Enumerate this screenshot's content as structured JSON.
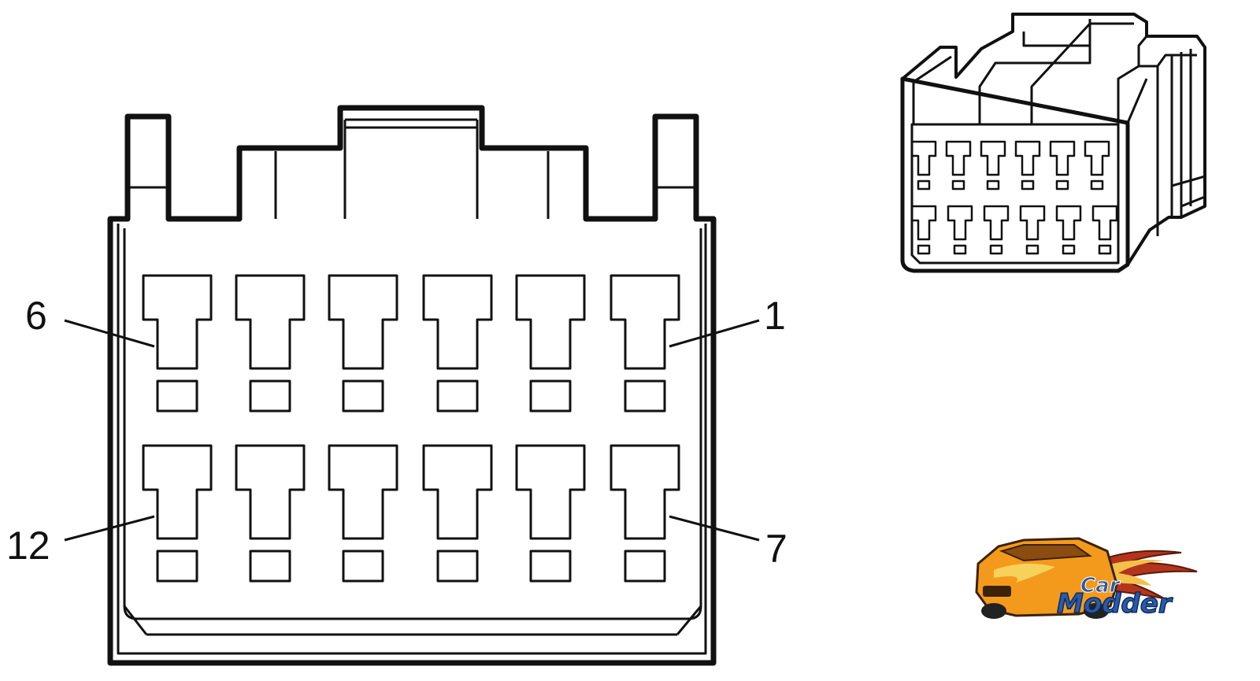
{
  "diagram": {
    "colors": {
      "line": "#111111",
      "paper": "#ffffff"
    },
    "pin_labels": {
      "top_left": "6",
      "top_right": "1",
      "bottom_left": "12",
      "bottom_right": "7"
    }
  },
  "logo": {
    "line1": "Car",
    "line2": "Modder",
    "colors": {
      "car_body": "#f39a1c",
      "flame": "#b5341c",
      "text": "#2a5aa8"
    }
  }
}
